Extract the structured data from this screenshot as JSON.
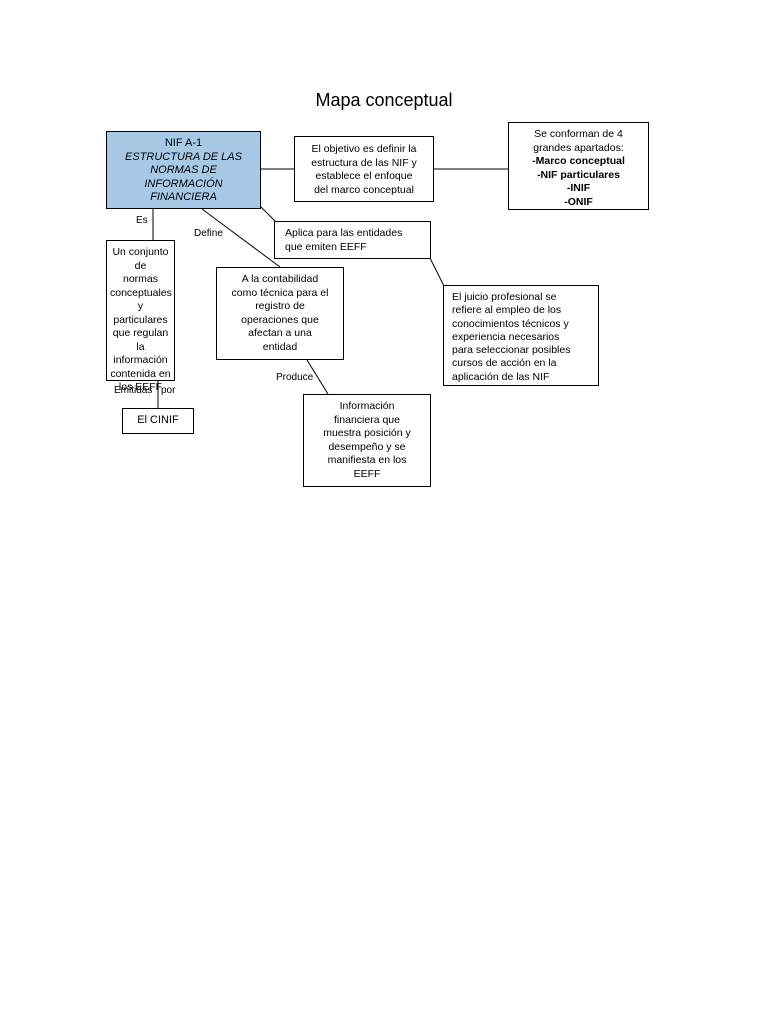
{
  "title": "Mapa conceptual",
  "main": {
    "code": "NIF A-1",
    "lines": [
      "ESTRUCTURA DE LAS",
      "NORMAS DE",
      "INFORMACIÓN",
      "FINANCIERA"
    ],
    "fill": "#a8c8e8"
  },
  "objetivo": {
    "lines": [
      "El objetivo es definir la",
      "estructura de las NIF y",
      "establece el enfoque",
      "del  marco conceptual"
    ]
  },
  "apartados": {
    "intro": [
      "Se conforman de 4",
      "grandes apartados:"
    ],
    "items": [
      "-Marco conceptual",
      "-NIF particulares",
      "-INIF",
      "-ONIF"
    ]
  },
  "aplica": {
    "lines": [
      "Aplica para las entidades",
      "que emiten EEFF"
    ]
  },
  "conjunto": {
    "lines": [
      "Un conjunto de",
      "normas",
      "conceptuales y",
      "particulares",
      "que regulan la",
      "información",
      "contenida en",
      "los EEFF"
    ]
  },
  "contabilidad": {
    "lines": [
      "A la contabilidad",
      "como técnica para el",
      "registro de",
      "operaciones que",
      "afectan a una",
      "entidad"
    ]
  },
  "juicio": {
    "lines": [
      "El juicio profesional se",
      "refiere al empleo de los",
      "conocimientos técnicos y",
      "experiencia necesarios",
      "para seleccionar posibles",
      "cursos de acción en la",
      "aplicación de las NIF"
    ]
  },
  "cinif": {
    "label": "El CINIF"
  },
  "informacion": {
    "lines": [
      "Información",
      "financiera que",
      "muestra posición y",
      "desempeño y se",
      "manifiesta en los",
      "EEFF"
    ]
  },
  "labels": {
    "es": "Es",
    "define": "Define",
    "emitidas": "Emitidas",
    "por": "por",
    "produce": "Produce"
  }
}
